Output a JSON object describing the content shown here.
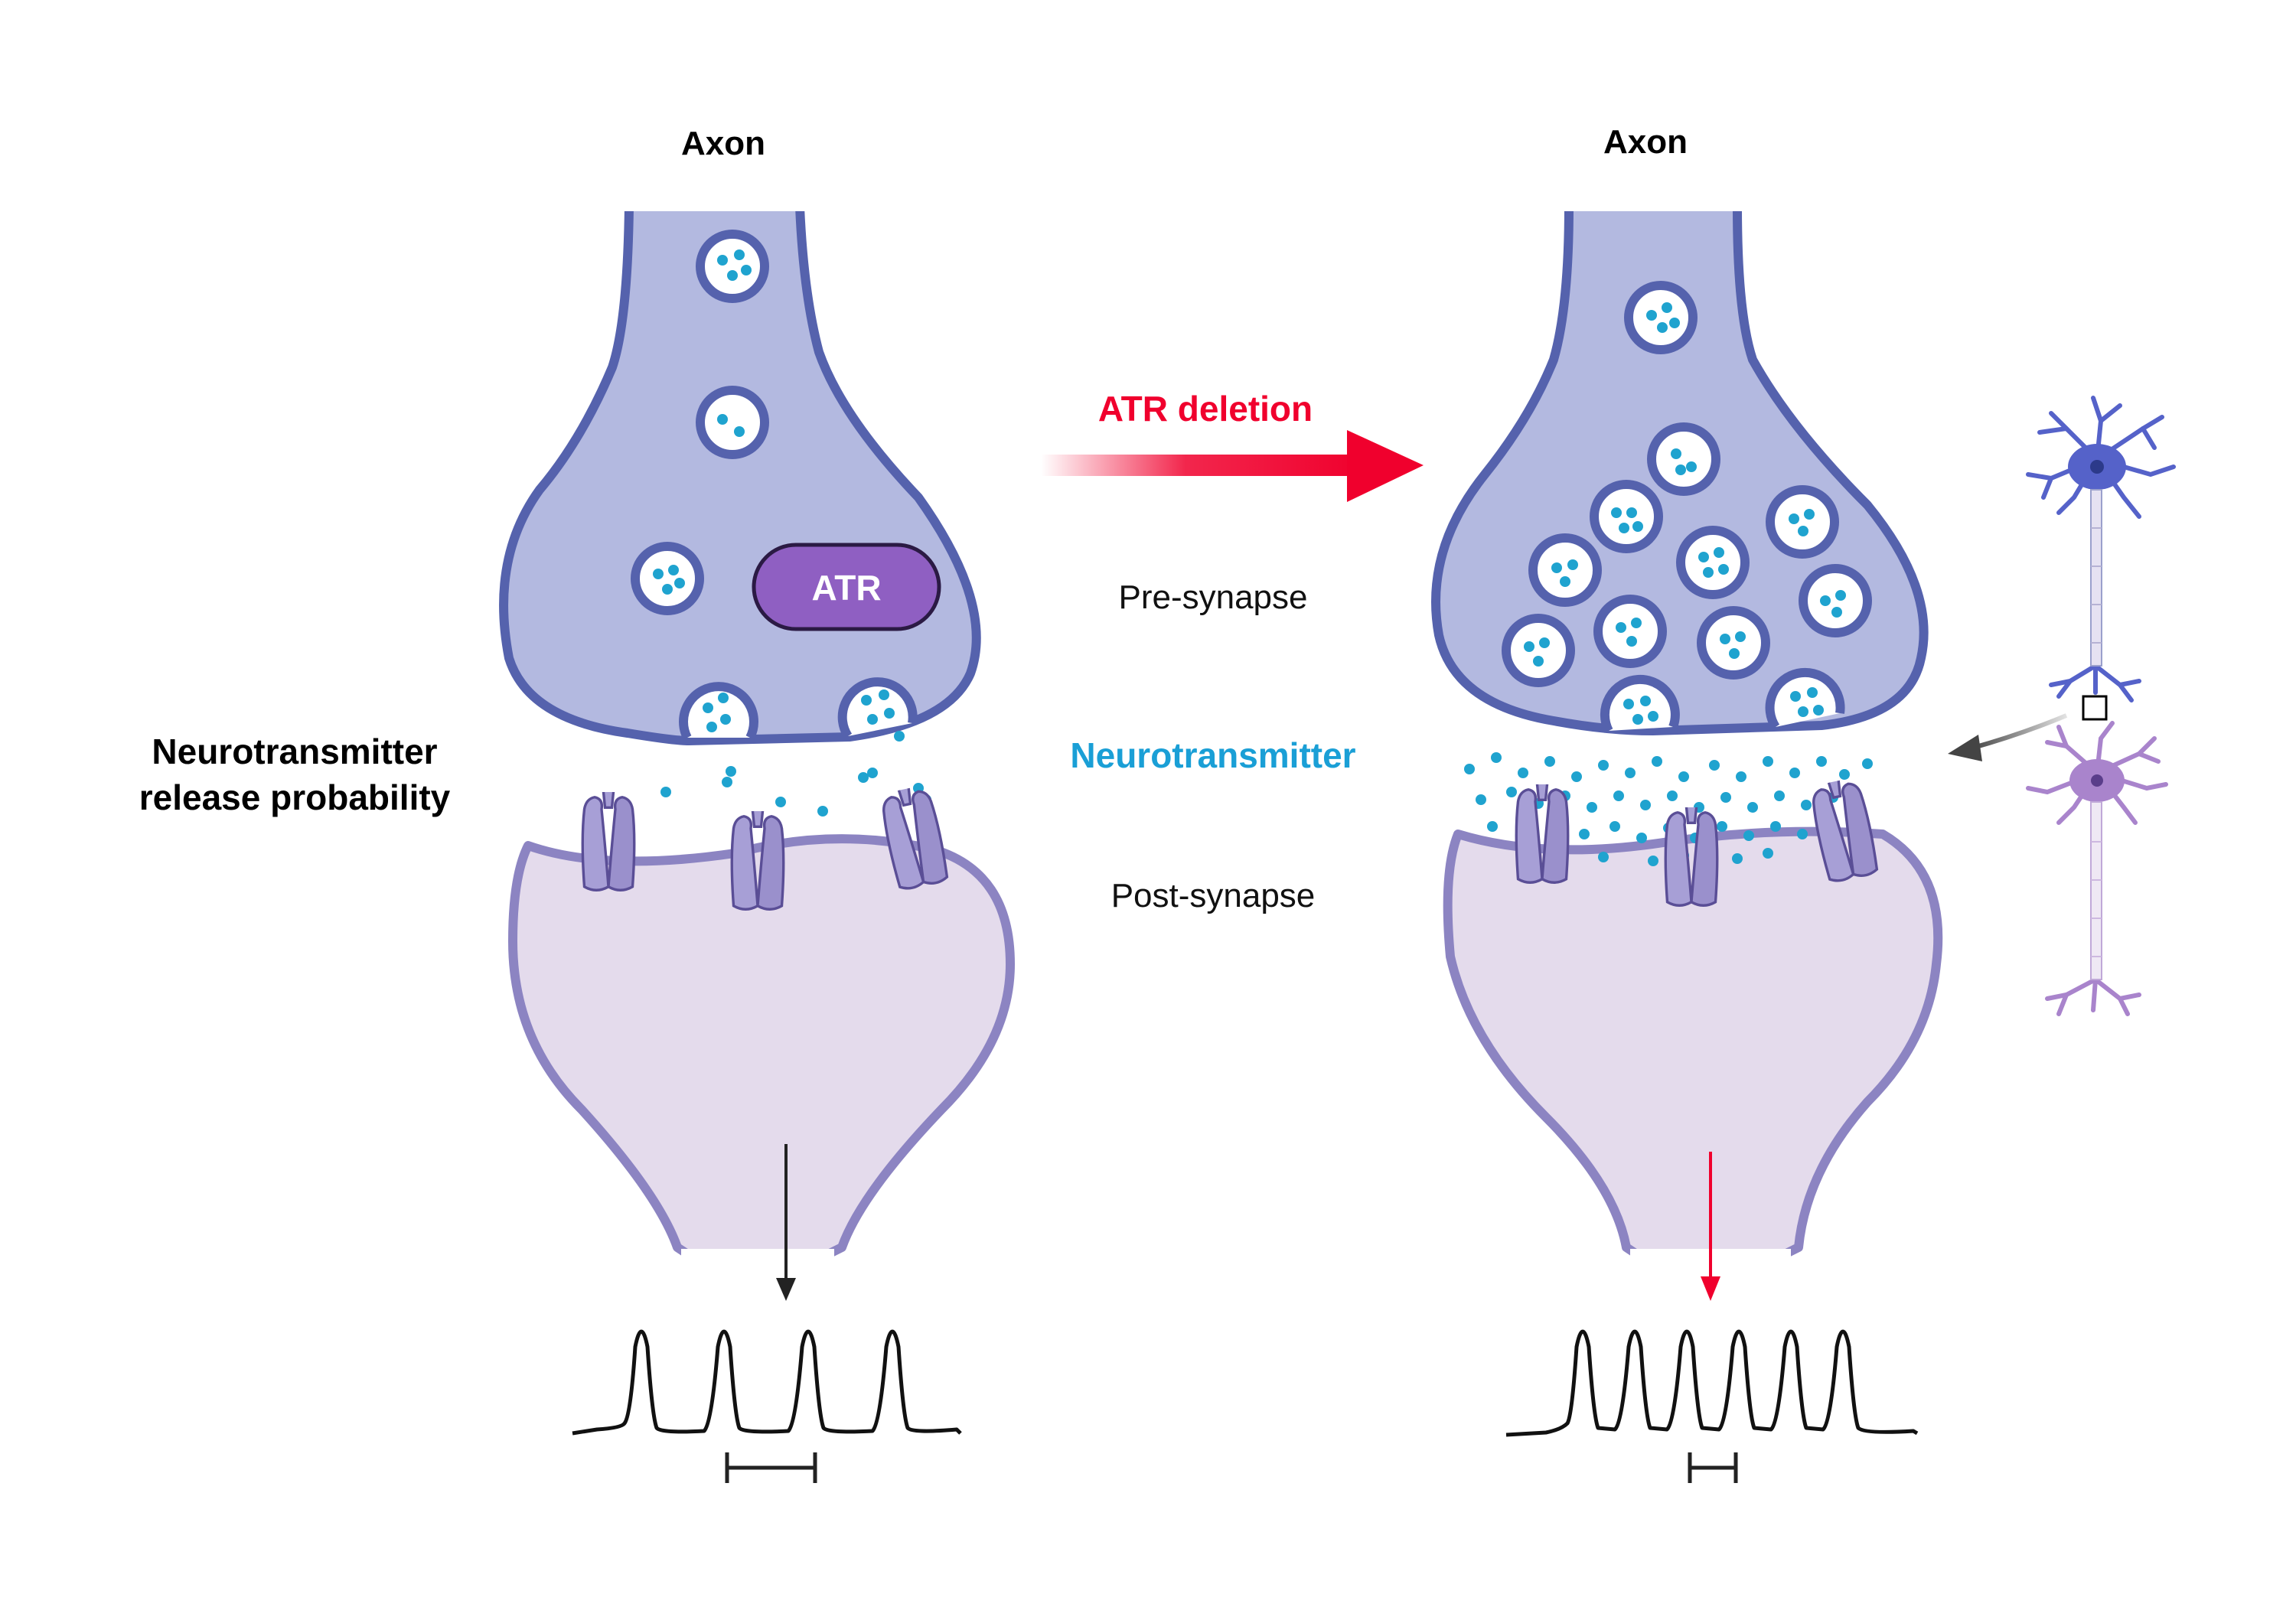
{
  "labels": {
    "axon_left": "Axon",
    "axon_right": "Axon",
    "atr_protein": "ATR",
    "atr_deletion": "ATR deletion",
    "pre_synapse": "Pre-synapse",
    "neurotransmitter": "Neurotransmitter",
    "post_synapse": "Post-synapse",
    "release_probability_line1": "Neurotransmitter",
    "release_probability_line2": "release probability"
  },
  "colors": {
    "presynapse_fill": "#b3b9e0",
    "presynapse_stroke": "#5562ad",
    "postsynapse_fill": "#e4dbec",
    "postsynapse_stroke": "#8c84c2",
    "vesicle_fill": "#ffffff",
    "neurotransmitter_dot": "#1fa3cf",
    "atr_fill": "#8f5fc2",
    "atr_stroke": "#2b1a44",
    "deletion_red": "#f0002d",
    "label_blue": "#1a9fd6",
    "receptor_fill": "#a79fd6",
    "receptor_stroke": "#5a4e96",
    "neuron_top": "#5562c9",
    "neuron_bottom": "#a984cc"
  },
  "traces": {
    "left_spike_count": 4,
    "right_spike_count": 6
  },
  "icons": [
    "receptor-icon",
    "neuron-icon",
    "arrow-icon",
    "scale-bar-icon"
  ]
}
